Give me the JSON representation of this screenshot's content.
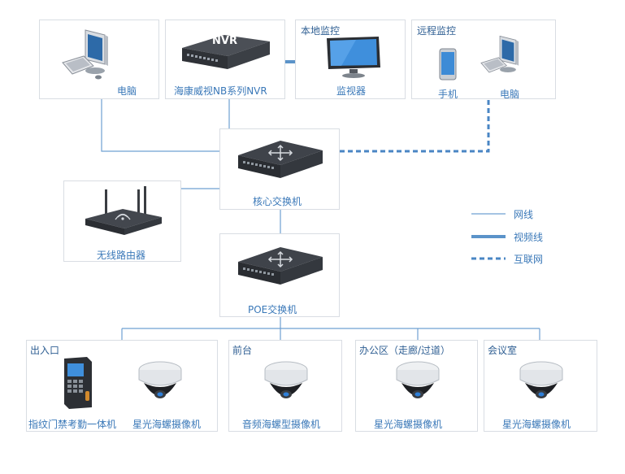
{
  "nodes": {
    "pc_left": "电脑",
    "nvr": "海康威视NB系列NVR",
    "nvr_badge": "NVR",
    "local_monitor_title": "本地监控",
    "monitor": "监视器",
    "remote_title": "远程监控",
    "phone": "手机",
    "pc_remote": "电脑",
    "core_switch": "核心交换机",
    "router": "无线路由器",
    "poe_switch": "POE交换机"
  },
  "zones": {
    "entrance": {
      "title": "出入口",
      "device_a": "指纹门禁考勤一体机",
      "device_b": "星光海螺摄像机"
    },
    "front_desk": {
      "title": "前台",
      "device": "音频海螺型摄像机"
    },
    "office": {
      "title": "办公区（走廊/过道）",
      "device": "星光海螺摄像机"
    },
    "meeting": {
      "title": "会议室",
      "device": "星光海螺摄像机"
    }
  },
  "legend": {
    "network": "网线",
    "video": "视频线",
    "internet": "互联网"
  },
  "colors": {
    "line": "#6fa0d2",
    "video_line": "#5b93c9",
    "label": "#3a78b8"
  }
}
